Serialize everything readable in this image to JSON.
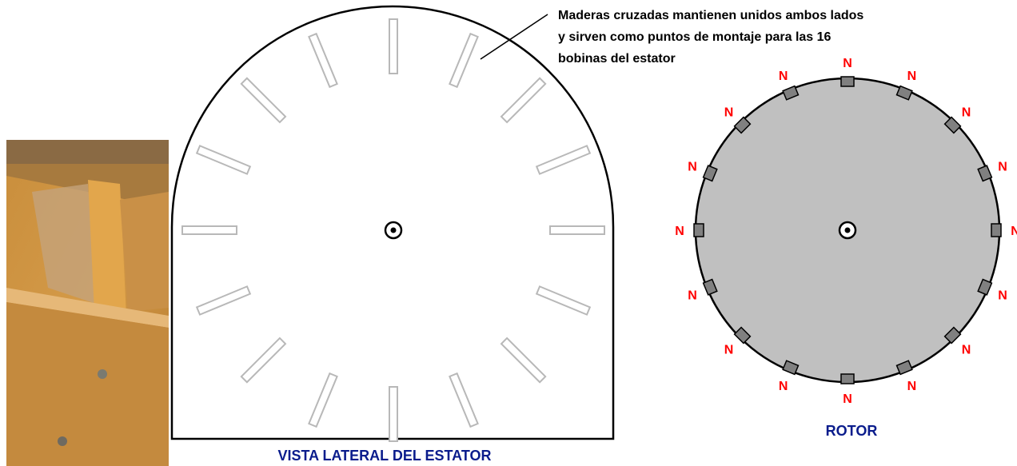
{
  "stator": {
    "caption": "VISTA LATERAL DEL ESTATOR",
    "coil_count": 16,
    "annotation_lines": [
      "Maderas cruzadas mantienen unidos ambos lados",
      "y sirven como puntos de montaje para las 16",
      "bobinas del estator"
    ]
  },
  "rotor": {
    "caption": "ROTOR",
    "magnet_count": 16,
    "magnet_label": "N"
  },
  "colors": {
    "caption": "#0a1c8c",
    "pole_label": "#ff0000",
    "rotor_fill": "#c0c0c0",
    "magnet_fill": "#808080",
    "coil_stroke": "#b8b8b8",
    "outline": "#000000"
  }
}
